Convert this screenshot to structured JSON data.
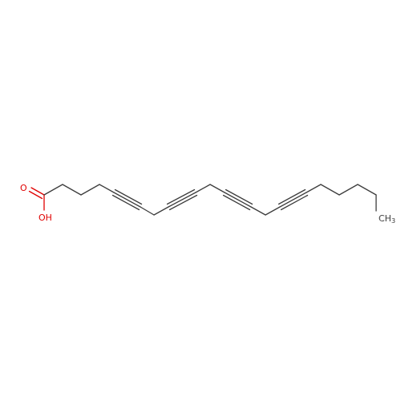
{
  "molecule": {
    "atoms": {
      "carbonyl_oxygen": {
        "symbol": "O",
        "color": "#e00000"
      },
      "hydroxyl": {
        "symbol": "OH",
        "color": "#e00000"
      },
      "terminal_methyl": {
        "symbol": "CH",
        "subscript": "3",
        "color": "#3c3c3c"
      }
    },
    "colors": {
      "bond": "#3c3c3c",
      "heteroatom": "#e00000"
    }
  }
}
